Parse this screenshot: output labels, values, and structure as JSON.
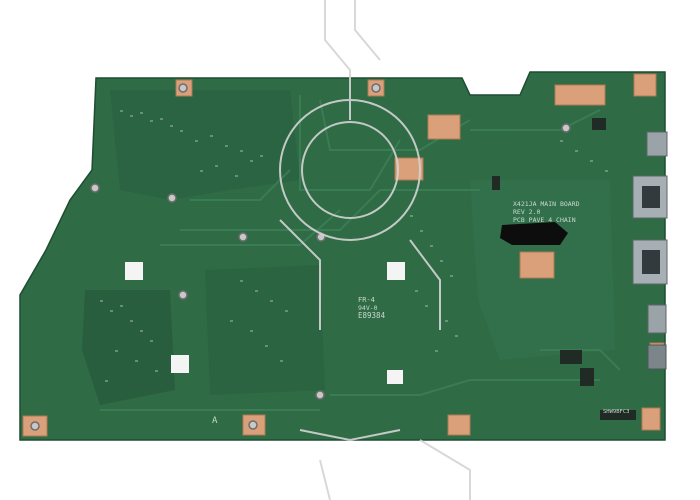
{
  "image": {
    "subject": "laptop-motherboard-bottom-side",
    "colors": {
      "background": "#ffffff",
      "pcb": "#2f6b45",
      "pcb_dark": "#245a39",
      "trace": "#3a7a52",
      "copper_pad": "#d9a07a",
      "via": "#c8c8c8",
      "silkscreen": "#c9d8cf",
      "port_metal": "#9aa4a8",
      "label_white": "#f4f4f4",
      "redaction": "#0d0d0d"
    }
  },
  "silkscreen": {
    "board_name": "X421JA MAIN BOARD",
    "rev": "REV 2.0",
    "pcb_line": "PCB PAVE 4 CHAIN",
    "ul_code": "E89384",
    "marking_a": "A",
    "ul_line1": "FR-4",
    "ul_line2": "94V-0",
    "bottom_code": "SHW9BFC3"
  },
  "watermark": {
    "description": "light-grey outline watermark graphic over photo"
  }
}
